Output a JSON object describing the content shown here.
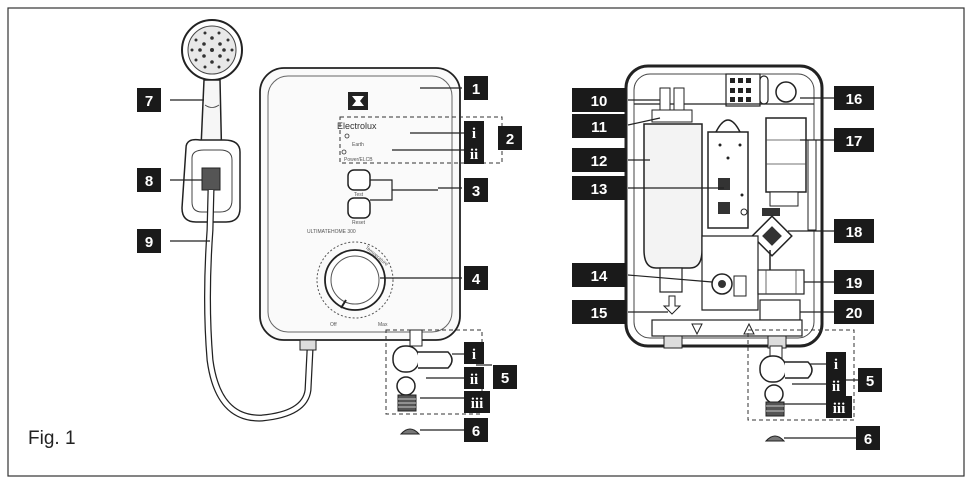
{
  "figure": {
    "caption": "Fig. 1",
    "brand_name": "Electrolux",
    "panel_text": {
      "earth": "Earth",
      "power_elcb": "Power/ELCB",
      "test": "Test",
      "reset": "Reset",
      "model": "ULTIMATEHOME 300",
      "temperature": "Temperature",
      "off": "Off",
      "max": "Max"
    },
    "callouts": {
      "c1": "1",
      "c2": "2",
      "c3": "3",
      "c4": "4",
      "c5": "5",
      "c6": "6",
      "c7": "7",
      "c8": "8",
      "c9": "9",
      "c10": "10",
      "c11": "11",
      "c12": "12",
      "c13": "13",
      "c14": "14",
      "c15": "15",
      "c16": "16",
      "c17": "17",
      "c18": "18",
      "c19": "19",
      "c20": "20"
    },
    "sub_callouts": {
      "i": "i",
      "ii": "ii",
      "iii": "iii"
    }
  }
}
